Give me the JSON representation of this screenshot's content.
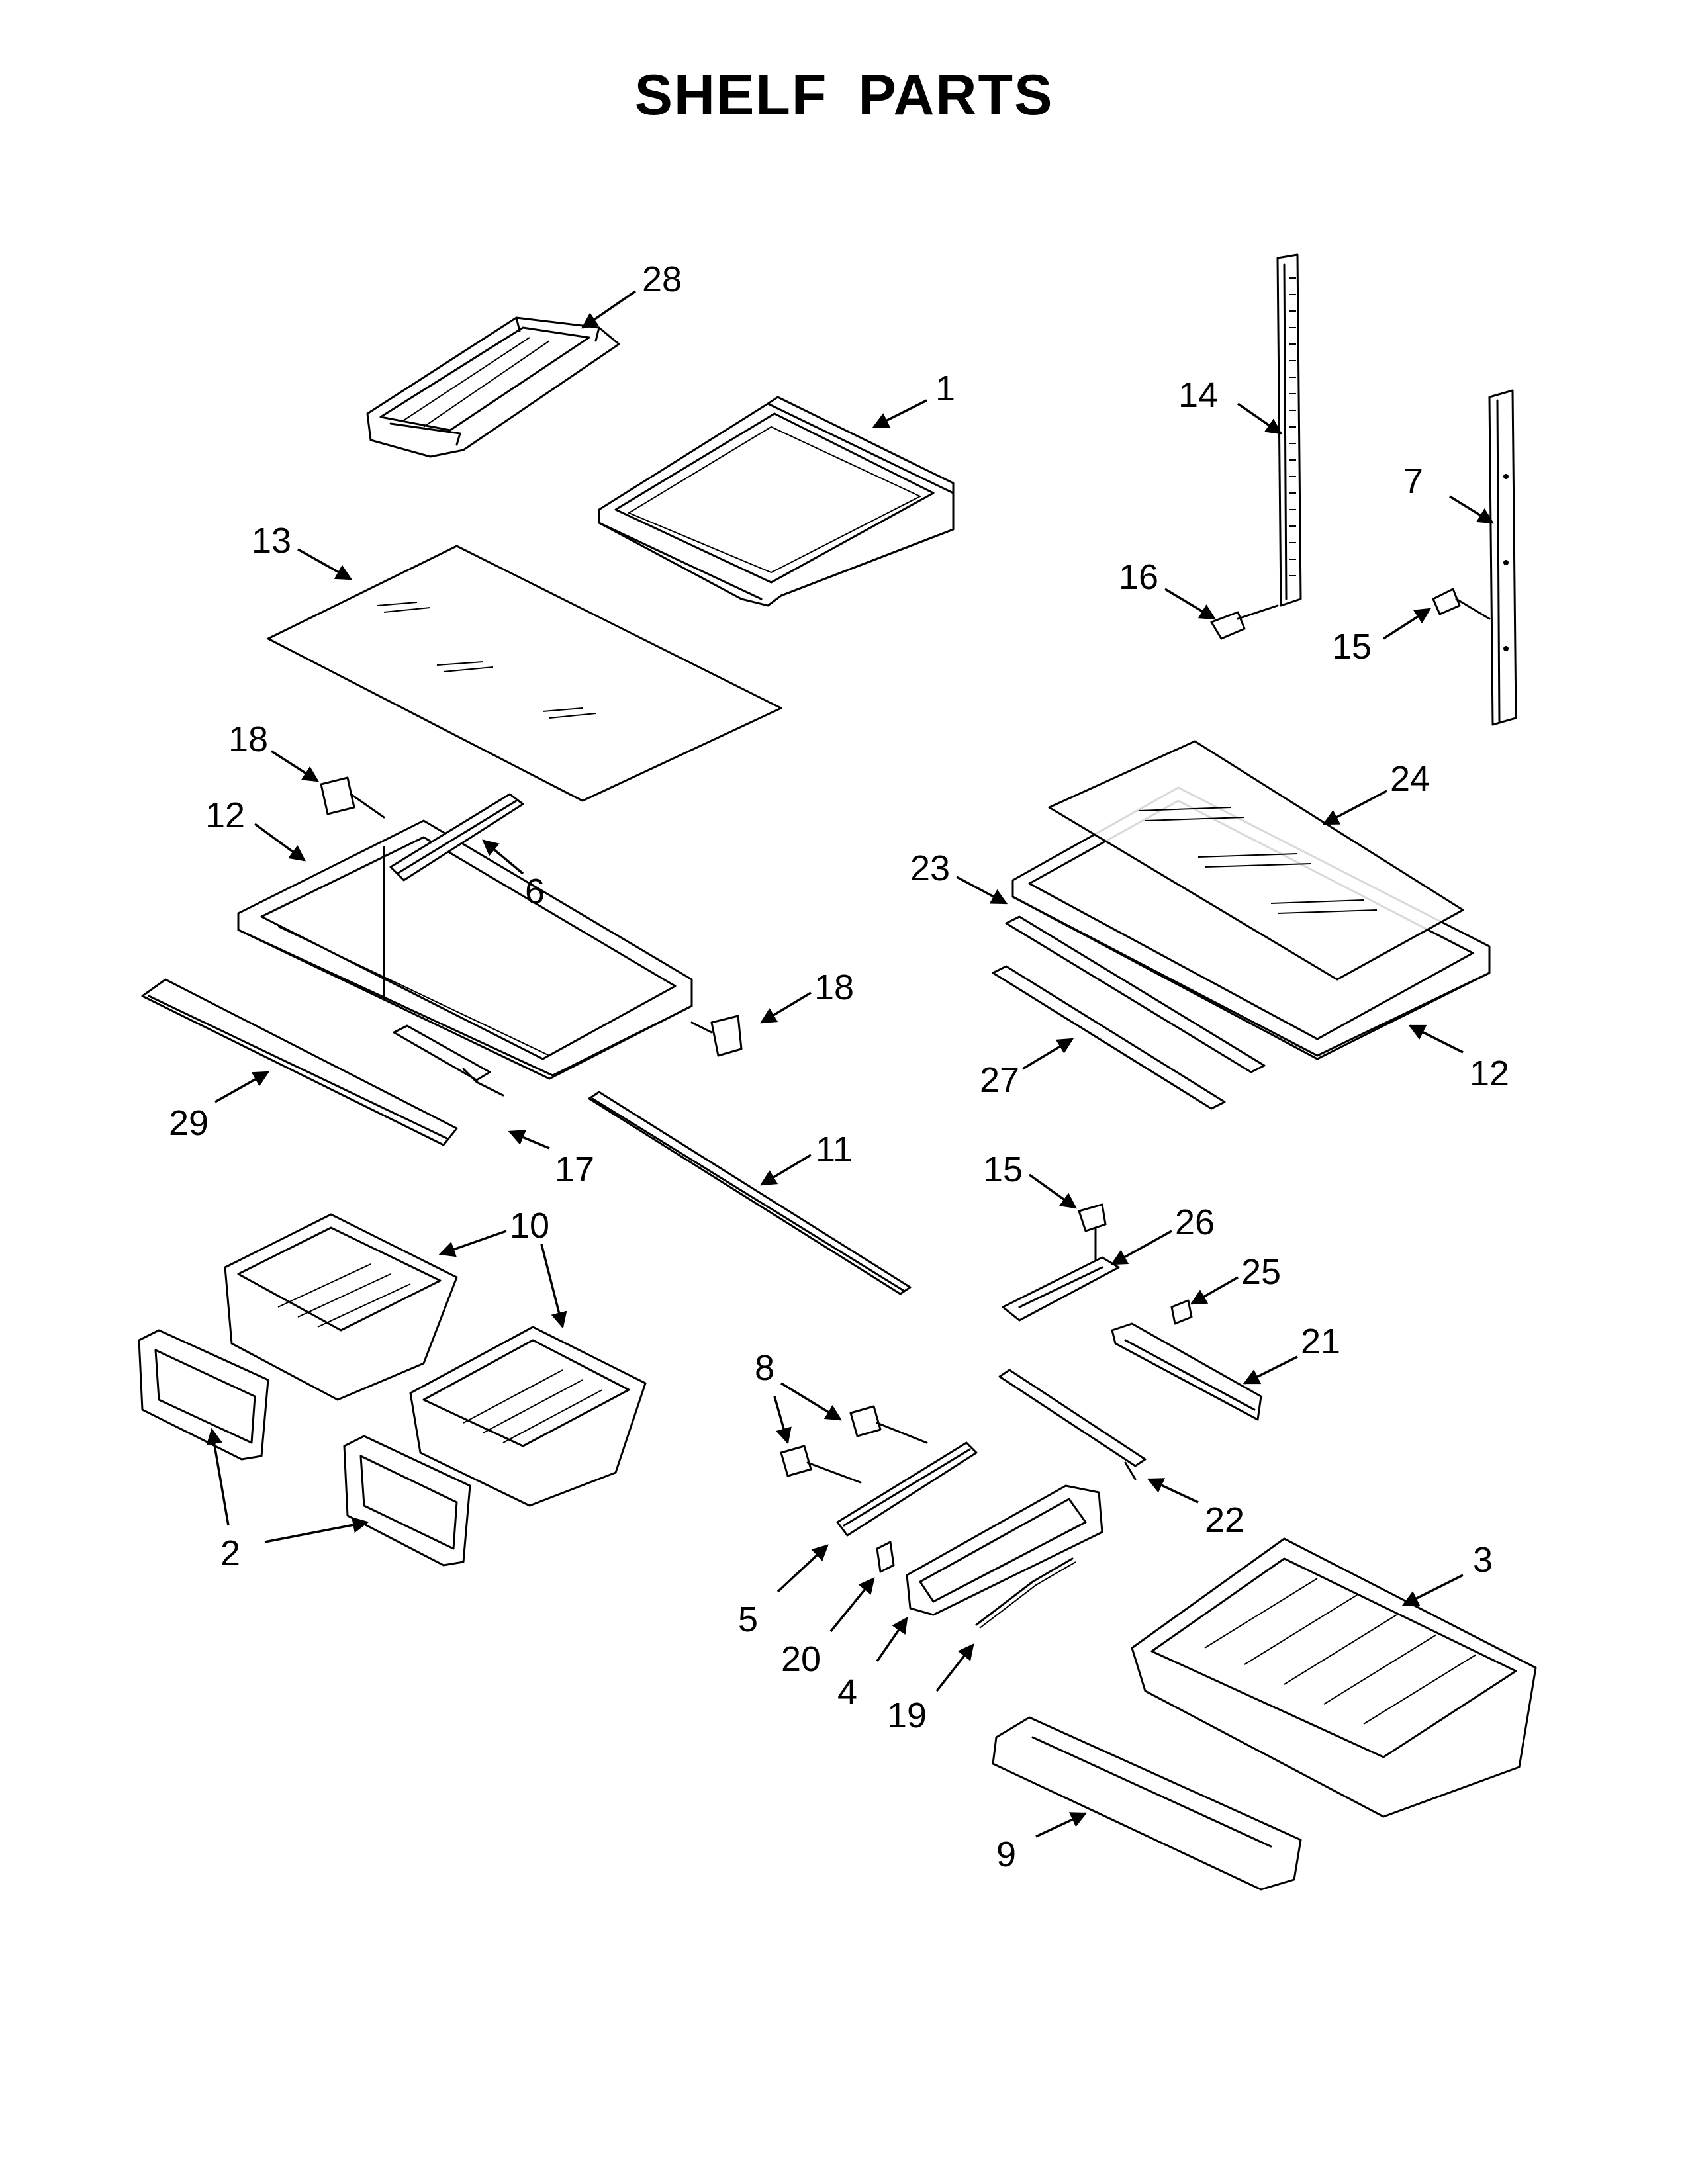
{
  "title": "SHELF PARTS",
  "callouts": [
    {
      "id": "c28",
      "label": "28"
    },
    {
      "id": "c1",
      "label": "1"
    },
    {
      "id": "c14",
      "label": "14"
    },
    {
      "id": "c7",
      "label": "7"
    },
    {
      "id": "c13",
      "label": "13"
    },
    {
      "id": "c16",
      "label": "16"
    },
    {
      "id": "c15a",
      "label": "15"
    },
    {
      "id": "c18a",
      "label": "18"
    },
    {
      "id": "c12a",
      "label": "12"
    },
    {
      "id": "c6",
      "label": "6"
    },
    {
      "id": "c24",
      "label": "24"
    },
    {
      "id": "c23",
      "label": "23"
    },
    {
      "id": "c18b",
      "label": "18"
    },
    {
      "id": "c12b",
      "label": "12"
    },
    {
      "id": "c27",
      "label": "27"
    },
    {
      "id": "c29",
      "label": "29"
    },
    {
      "id": "c17",
      "label": "17"
    },
    {
      "id": "c11",
      "label": "11"
    },
    {
      "id": "c15b",
      "label": "15"
    },
    {
      "id": "c10",
      "label": "10"
    },
    {
      "id": "c26",
      "label": "26"
    },
    {
      "id": "c25",
      "label": "25"
    },
    {
      "id": "c21",
      "label": "21"
    },
    {
      "id": "c8",
      "label": "8"
    },
    {
      "id": "c22",
      "label": "22"
    },
    {
      "id": "c3",
      "label": "3"
    },
    {
      "id": "c2",
      "label": "2"
    },
    {
      "id": "c5",
      "label": "5"
    },
    {
      "id": "c20",
      "label": "20"
    },
    {
      "id": "c4",
      "label": "4"
    },
    {
      "id": "c19",
      "label": "19"
    },
    {
      "id": "c9",
      "label": "9"
    }
  ]
}
